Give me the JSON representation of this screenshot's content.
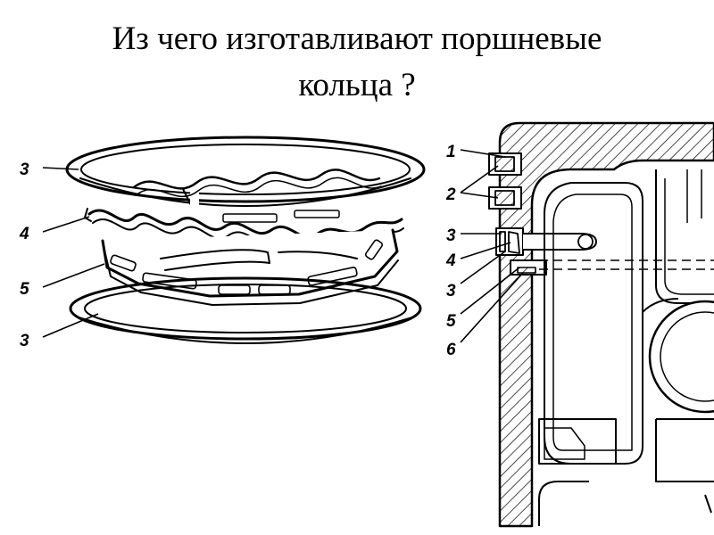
{
  "title": {
    "line1": "Из чего изготавливают поршневые",
    "line2": "кольца ?"
  },
  "left_labels": [
    "3",
    "4",
    "5",
    "3"
  ],
  "right_labels": [
    "1",
    "2",
    "3",
    "4",
    "3",
    "5",
    "6"
  ]
}
